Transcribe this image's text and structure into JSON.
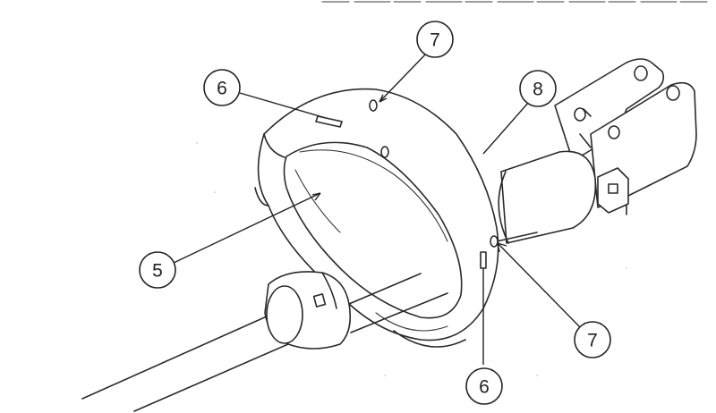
{
  "callouts": [
    {
      "id": "c7top",
      "label": "7"
    },
    {
      "id": "c6top",
      "label": "6"
    },
    {
      "id": "c8",
      "label": "8"
    },
    {
      "id": "c5",
      "label": "5"
    },
    {
      "id": "c7bottom",
      "label": "7"
    },
    {
      "id": "c6bottom",
      "label": "6"
    }
  ]
}
